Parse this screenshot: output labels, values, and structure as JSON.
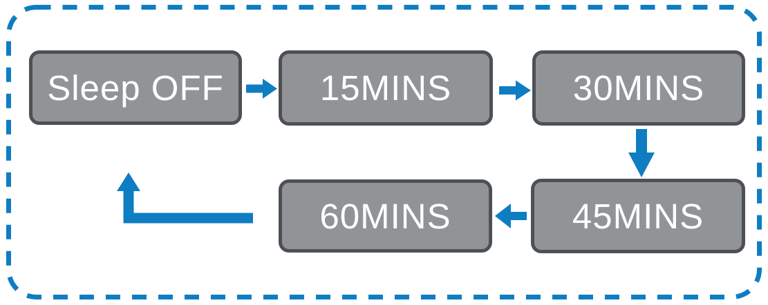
{
  "diagram": {
    "nodes": [
      {
        "id": "sleep-off",
        "label": "Sleep OFF"
      },
      {
        "id": "15mins",
        "label": "15MINS"
      },
      {
        "id": "30mins",
        "label": "30MINS"
      },
      {
        "id": "45mins",
        "label": "45MINS"
      },
      {
        "id": "60mins",
        "label": "60MINS"
      }
    ],
    "edges": [
      {
        "from": "Sleep OFF",
        "to": "15MINS",
        "direction": "right"
      },
      {
        "from": "15MINS",
        "to": "30MINS",
        "direction": "right"
      },
      {
        "from": "30MINS",
        "to": "45MINS",
        "direction": "down"
      },
      {
        "from": "45MINS",
        "to": "60MINS",
        "direction": "left"
      },
      {
        "from": "60MINS",
        "to": "Sleep OFF",
        "direction": "loop-back-up"
      }
    ],
    "colors": {
      "background": "#ffffff",
      "box_fill": "#919497",
      "box_border": "#4f5055",
      "label_text": "#ffffff",
      "arrow_blue": "#0f7dc2",
      "dash_blue": "#0f7dc2"
    }
  }
}
